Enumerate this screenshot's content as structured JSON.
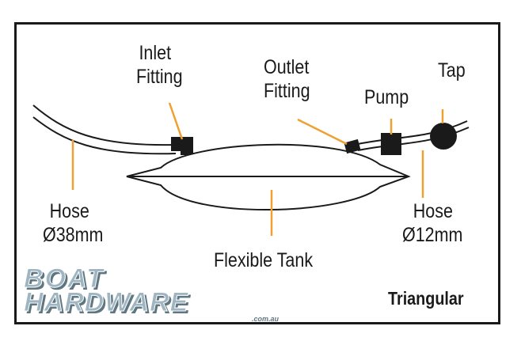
{
  "labels": {
    "inlet_fitting": [
      "Inlet",
      "Fitting"
    ],
    "outlet_fitting": [
      "Outlet",
      "Fitting"
    ],
    "pump": "Pump",
    "tap": "Tap",
    "hose_large": [
      "Hose",
      "Ø38mm"
    ],
    "hose_small": [
      "Hose",
      "Ø12mm"
    ],
    "tank": "Flexible Tank",
    "variant": "Triangular"
  },
  "brand": {
    "logo_text_1": "BOAT",
    "logo_text_2": "HARDWARE",
    "logo_sub": ".com.au"
  },
  "colors": {
    "leader": "#f0a030",
    "ink": "#1a1a1a",
    "logo_fill": "#9fb6c2",
    "logo_shadow": "#5f7580"
  }
}
